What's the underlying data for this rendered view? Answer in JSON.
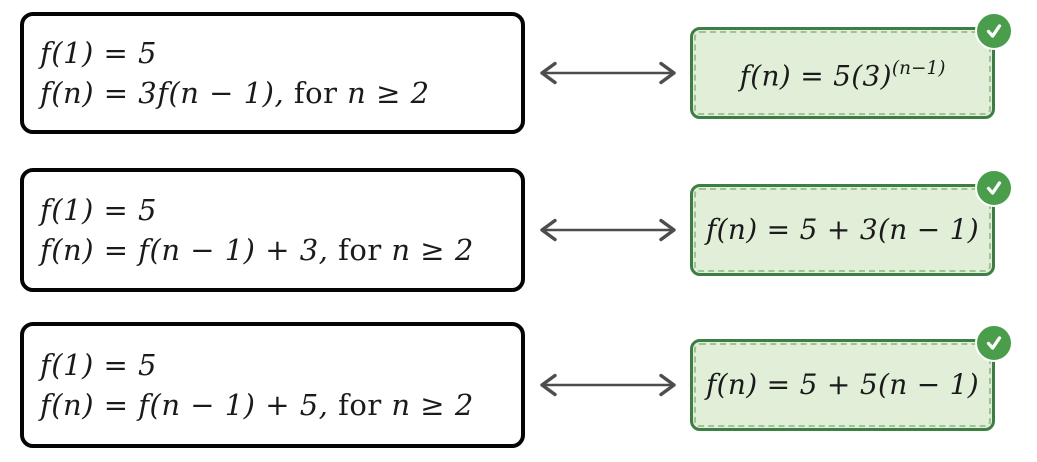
{
  "widget": {
    "type": "matching-exercise",
    "pairs_total": 3,
    "pairs_correct": 3
  },
  "colors": {
    "background": "#ffffff",
    "left_card_border": "#050505",
    "arrow": "#4d4d4d",
    "match_fill": "#e2efd8",
    "match_border_solid": "#3e7d44",
    "match_border_dashed": "#9cc494",
    "badge_green": "#4a9e4b",
    "badge_check": "#ffffff",
    "text": "#1a1a1a"
  },
  "rows": [
    {
      "left": {
        "lines": [
          [
            {
              "t": "f(1) = 5",
              "s": "math"
            }
          ],
          [
            {
              "t": "f(n) = 3f(n − 1),",
              "s": "math"
            },
            {
              "t": " for ",
              "s": "text"
            },
            {
              "t": "n ≥ 2",
              "s": "math"
            }
          ]
        ]
      },
      "arrow": {
        "type": "double-headed"
      },
      "right": {
        "formula": [
          {
            "t": "f(n) = 5(3)",
            "s": "math"
          },
          {
            "t": "(n−1)",
            "s": "sup"
          }
        ],
        "status": "correct",
        "badge_icon": "checkmark-icon"
      }
    },
    {
      "left": {
        "lines": [
          [
            {
              "t": "f(1) = 5",
              "s": "math"
            }
          ],
          [
            {
              "t": "f(n) = f(n − 1) + 3,",
              "s": "math"
            },
            {
              "t": " for ",
              "s": "text"
            },
            {
              "t": "n ≥ 2",
              "s": "math"
            }
          ]
        ]
      },
      "arrow": {
        "type": "double-headed"
      },
      "right": {
        "formula": [
          {
            "t": "f(n) = 5 + 3(n − 1)",
            "s": "math"
          }
        ],
        "status": "correct",
        "badge_icon": "checkmark-icon"
      }
    },
    {
      "left": {
        "lines": [
          [
            {
              "t": "f(1) = 5",
              "s": "math"
            }
          ],
          [
            {
              "t": "f(n) = f(n − 1) + 5,",
              "s": "math"
            },
            {
              "t": " for ",
              "s": "text"
            },
            {
              "t": "n ≥ 2",
              "s": "math"
            }
          ]
        ]
      },
      "arrow": {
        "type": "double-headed"
      },
      "right": {
        "formula": [
          {
            "t": "f(n) = 5 + 5(n − 1)",
            "s": "math"
          }
        ],
        "status": "correct",
        "badge_icon": "checkmark-icon"
      }
    }
  ]
}
